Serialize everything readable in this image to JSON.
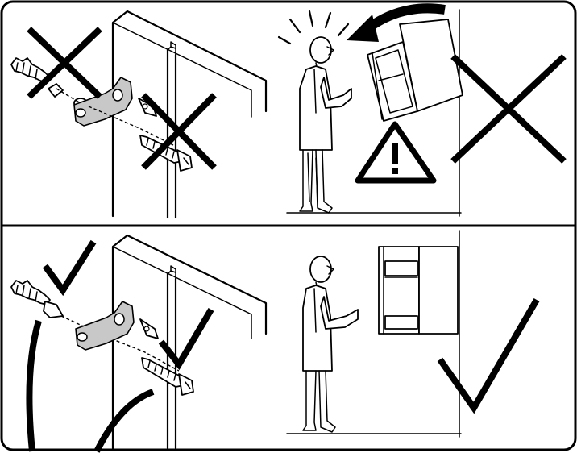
{
  "panels": [
    {
      "verdict": "wrong",
      "steps": [
        "anchor-without-bracket",
        "unsecured-drawer-unit"
      ]
    },
    {
      "verdict": "correct",
      "steps": [
        "wall-anchored-bracket",
        "secured-drawer-unit"
      ]
    }
  ],
  "icons": [
    "cross-icon",
    "check-icon",
    "warning-triangle-icon",
    "arrow-icon"
  ],
  "colors": {
    "ink": "#000000",
    "paper": "#ffffff",
    "metal": "#c8c8c8"
  }
}
